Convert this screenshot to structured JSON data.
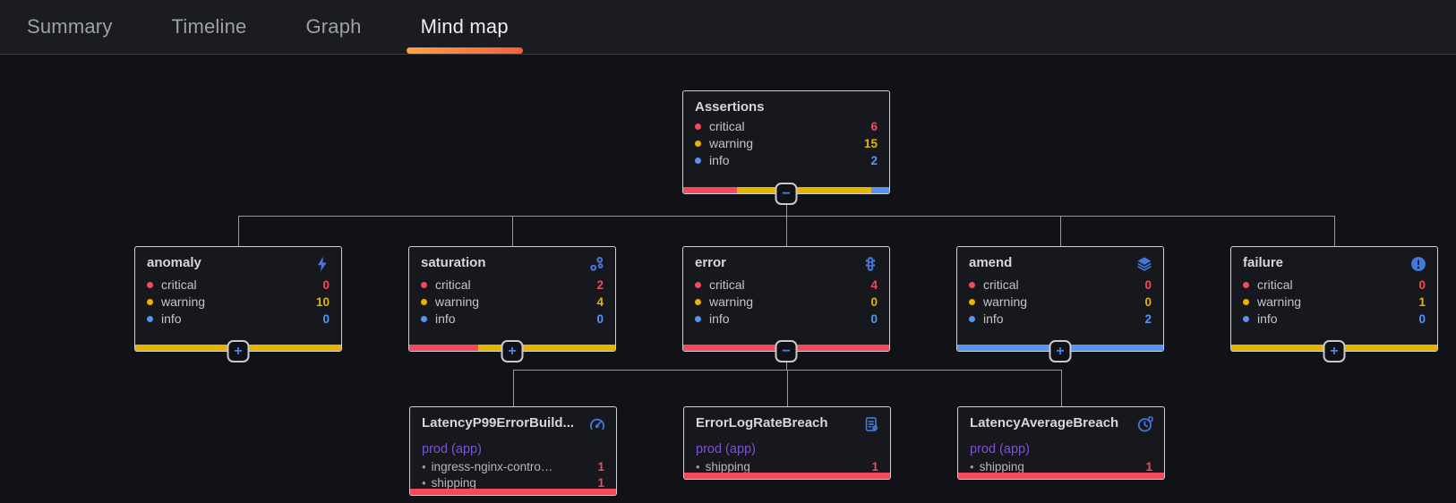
{
  "tabs": {
    "items": [
      {
        "label": "Summary",
        "active": false
      },
      {
        "label": "Timeline",
        "active": false
      },
      {
        "label": "Graph",
        "active": false
      },
      {
        "label": "Mind map",
        "active": true
      }
    ]
  },
  "colors": {
    "critical": "#F2495C",
    "warning": "#E6B400",
    "info": "#5794F2",
    "icon_blue": "#4578DB",
    "namespace_purple": "#7E50D6",
    "tab_underline_left": "#FFA144",
    "tab_underline_right": "#F85E38"
  },
  "mindmap": {
    "nodes": [
      {
        "id": "assertions",
        "type": "category",
        "title": "Assertions",
        "icon": null,
        "toggle": "−",
        "metrics": [
          {
            "label": "critical",
            "severity": "critical",
            "value": 6
          },
          {
            "label": "warning",
            "severity": "warning",
            "value": 15
          },
          {
            "label": "info",
            "severity": "info",
            "value": 2
          }
        ]
      },
      {
        "id": "anomaly",
        "type": "category",
        "title": "anomaly",
        "icon": "bolt-icon",
        "toggle": "+",
        "metrics": [
          {
            "label": "critical",
            "severity": "critical",
            "value": 0
          },
          {
            "label": "warning",
            "severity": "warning",
            "value": 10
          },
          {
            "label": "info",
            "severity": "info",
            "value": 0
          }
        ]
      },
      {
        "id": "saturation",
        "type": "category",
        "title": "saturation",
        "icon": "cluster-icon",
        "toggle": "+",
        "metrics": [
          {
            "label": "critical",
            "severity": "critical",
            "value": 2
          },
          {
            "label": "warning",
            "severity": "warning",
            "value": 4
          },
          {
            "label": "info",
            "severity": "info",
            "value": 0
          }
        ]
      },
      {
        "id": "error",
        "type": "category",
        "title": "error",
        "icon": "traffic-light-icon",
        "toggle": "−",
        "metrics": [
          {
            "label": "critical",
            "severity": "critical",
            "value": 4
          },
          {
            "label": "warning",
            "severity": "warning",
            "value": 0
          },
          {
            "label": "info",
            "severity": "info",
            "value": 0
          }
        ]
      },
      {
        "id": "amend",
        "type": "category",
        "title": "amend",
        "icon": "layers-icon",
        "toggle": "+",
        "metrics": [
          {
            "label": "critical",
            "severity": "critical",
            "value": 0
          },
          {
            "label": "warning",
            "severity": "warning",
            "value": 0
          },
          {
            "label": "info",
            "severity": "info",
            "value": 2
          }
        ]
      },
      {
        "id": "failure",
        "type": "category",
        "title": "failure",
        "icon": "alert-circle-icon",
        "toggle": "+",
        "metrics": [
          {
            "label": "critical",
            "severity": "critical",
            "value": 0
          },
          {
            "label": "warning",
            "severity": "warning",
            "value": 1
          },
          {
            "label": "info",
            "severity": "info",
            "value": 0
          }
        ]
      },
      {
        "id": "latency-p99",
        "type": "leaf",
        "title": "LatencyP99ErrorBuild...",
        "icon": "gauge-icon",
        "namespace": "prod (app)",
        "items": [
          {
            "label": "ingress-nginx-contro…",
            "severity": "critical",
            "value": 1
          },
          {
            "label": "shipping",
            "severity": "critical",
            "value": 1
          }
        ]
      },
      {
        "id": "error-log-rate",
        "type": "leaf",
        "title": "ErrorLogRateBreach",
        "icon": "log-document-icon",
        "namespace": "prod (app)",
        "items": [
          {
            "label": "shipping",
            "severity": "critical",
            "value": 1
          }
        ]
      },
      {
        "id": "latency-average",
        "type": "leaf",
        "title": "LatencyAverageBreach",
        "icon": "clock-icon",
        "namespace": "prod (app)",
        "items": [
          {
            "label": "shipping",
            "severity": "critical",
            "value": 1
          }
        ]
      }
    ]
  }
}
